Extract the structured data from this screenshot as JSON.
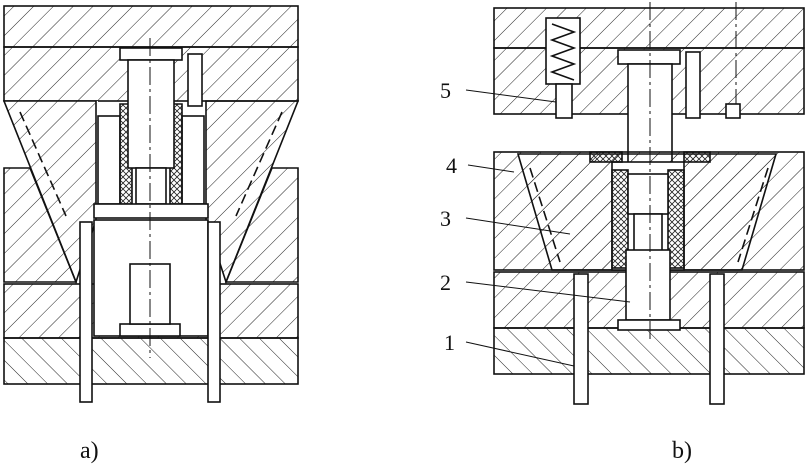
{
  "views": {
    "a": {
      "caption": "a)"
    },
    "b": {
      "caption": "b)"
    }
  },
  "callouts": [
    {
      "id": "1",
      "text": "1"
    },
    {
      "id": "2",
      "text": "2"
    },
    {
      "id": "3",
      "text": "3"
    },
    {
      "id": "4",
      "text": "4"
    },
    {
      "id": "5",
      "text": "5"
    }
  ],
  "colors": {
    "line": "#111111",
    "hatch": "#222222",
    "fill": "#ffffff"
  }
}
